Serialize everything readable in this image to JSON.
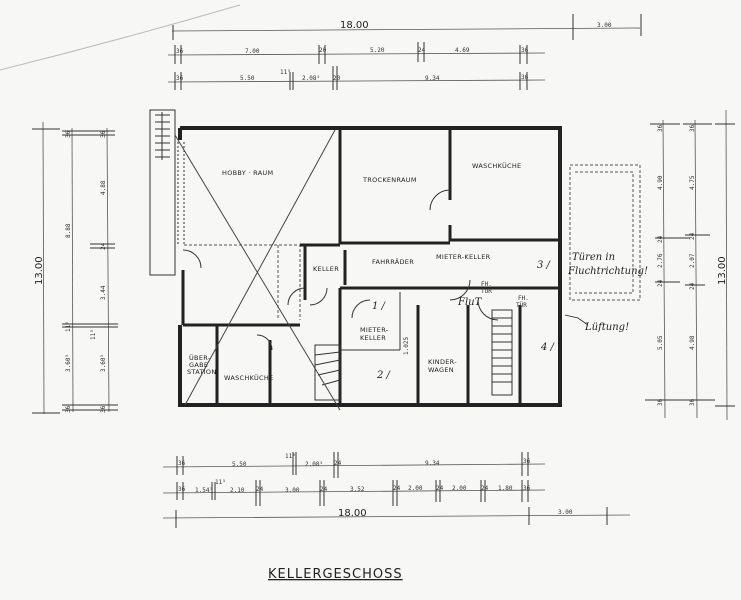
{
  "title": "KELLERGESCHOSS",
  "top_dims": {
    "overall": "18.00",
    "extra": "3.00",
    "row1": [
      "36",
      "7.00",
      "20",
      "5.20",
      "24",
      "4.69",
      "36"
    ],
    "row2": [
      "36",
      "5.50",
      "11⁵",
      "2.08⁵",
      "20",
      "9.34",
      "36"
    ]
  },
  "bottom_dims": {
    "row1": [
      "36",
      "5.50",
      "11⁵",
      "2.08⁵",
      "24",
      "9.34",
      "36"
    ],
    "row2": [
      "36",
      "1.54⁵",
      "11⁵",
      "2.10",
      "24",
      "3.00",
      "24",
      "3.52",
      "24",
      "2.00",
      "24",
      "2.00",
      "24",
      "1.80",
      "36"
    ],
    "overall": "18.00",
    "extra": "3.00"
  },
  "left_dims": {
    "overall": "13.00",
    "col1": [
      "36",
      "8.88",
      "11⁵",
      "3.60⁵",
      "36"
    ],
    "col2": [
      "36",
      "4.88",
      "24",
      "3.44",
      "11⁵",
      "3.60⁵",
      "36"
    ]
  },
  "right_dims": {
    "overall": "13.00",
    "col1": [
      "36",
      "4.90",
      "24",
      "2.76",
      "24",
      "5.05",
      "36"
    ],
    "col2": [
      "36",
      "4.75",
      "24",
      "2.07",
      "24",
      "4.98",
      "36"
    ]
  },
  "rooms": {
    "hobby": "HOBBY · RAUM",
    "trocken": "TROCKENRAUM",
    "wasch_top": "WASCHKÜCHE",
    "keller": "KELLER",
    "fahrraeder": "FAHRRÄDER",
    "mieter_keller": "MIETER-KELLER",
    "mieter_keller2_a": "MIETER-",
    "mieter_keller2_b": "KELLER",
    "kinder_a": "KINDER-",
    "kinder_b": "WAGEN",
    "uebergabe_a": "ÜBER-",
    "uebergabe_b": "GABE",
    "uebergabe_c": "STATION",
    "wasch_bottom": "WASCHKÜCHE",
    "wall_dim": "1.025"
  },
  "doors": {
    "fh1_a": "FH.",
    "fh1_b": "TÜR",
    "fh2_a": "FH.",
    "fh2_b": "TÜR"
  },
  "annotations": {
    "flur": "FluT",
    "tueren_a": "Türen in",
    "tueren_b": "Fluchtrichtung!",
    "lueftung": "Lüftung!",
    "n1": "1 /",
    "n2": "2 /",
    "n3": "3 /",
    "n4": "4 /"
  }
}
